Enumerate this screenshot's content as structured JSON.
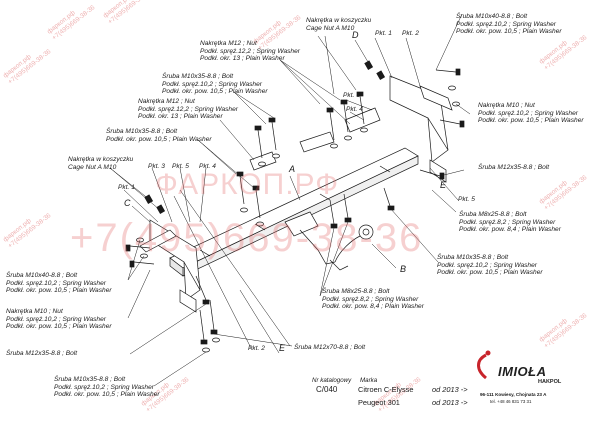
{
  "callouts": {
    "nut_cage_top": [
      "Nakrętka w koszyczku",
      "Cage Nut A M10"
    ],
    "nut_m12_top": [
      "Nakrętka  M12 ; Nut",
      "Podkł. spręż.12,2 ; Spring Washer",
      "Podkł. okr. 13 ; Plain Washer"
    ],
    "bolt_m10x35_mid": [
      "Śruba M10x35-8.8 ;  Bolt",
      "Podkł. spręż.10,2 ; Spring Washer",
      "Podkł. okr. pow. 10,5 ; Plain Washer"
    ],
    "nut_m12_left": [
      "Nakrętka  M12 ; Nut",
      "Podkł. spręż.12,2 ; Spring Washer",
      "Podkł. okr. 13 ; Plain Washer"
    ],
    "bolt_m10x35_left": [
      "Śruba M10x35-8.8 ;  Bolt",
      "Podkł. okr. pow. 10,5 ; Plain Washer"
    ],
    "nut_cage_left": [
      "Nakrętka w koszyczku",
      "Cage Nut A M10"
    ],
    "bolt_m10x40_right": [
      "Śruba M10x40-8.8 ;  Bolt",
      "Podkł. spręż.10,2 ; Spring Washer",
      "Podkł. okr. pow. 10,5 ; Plain Washer"
    ],
    "nut_m10_right": [
      "Nakrętka  M10 ; Nut",
      "Podkł. spręż.10,2 ; Spring Washer",
      "Podkł. okr. pow. 10,5 ; Plain Washer"
    ],
    "bolt_m12x35_right": [
      "Śruba M12x35-8.8 ;  Bolt"
    ],
    "bolt_m8x25_right": [
      "Śruba M8x25-8.8 ;  Bolt",
      "Podkł. spręż.8,2 ; Spring Washer",
      "Podkł. okr. pow. 8,4 ; Plain Washer"
    ],
    "bolt_m10x35_right": [
      "Śruba M10x35-8.8 ;  Bolt",
      "Podkł. spręż.10,2 ; Spring Washer",
      "Podkł. okr. pow. 10,5 ; Plain Washer"
    ],
    "bolt_m10x40_left": [
      "Śruba M10x40-8.8 ;  Bolt",
      "Podkł. spręż.10,2 ; Spring Washer",
      "Podkł. okr. pow. 10,5 ; Plain Washer"
    ],
    "nut_m10_left": [
      "Nakrętka  M10 ; Nut",
      "Podkł. spręż.10,2 ; Spring Washer",
      "Podkł. okr. pow. 10,5 ; Plain Washer"
    ],
    "bolt_m12x35_left": [
      "Śruba M12x35-8.8 ;  Bolt"
    ],
    "bolt_m8x25_bottom": [
      "Śruba M8x25-8.8 ;  Bolt",
      "Podkł. spręż.8,2 ; Spring Washer",
      "Podkł. okr. pow. 8,4 ; Plain Washer"
    ],
    "bolt_m12x70": [
      "Śruba M12x70-8.8 ;  Bolt"
    ],
    "bolt_m10x35_bottom": [
      "Śruba M10x35-8.8 ;  Bolt",
      "Podkł. spręż.10,2 ; Spring Washer",
      "Podkł. okr. pow. 10,5 ; Plain Washer"
    ]
  },
  "part_labels": {
    "pkt1_top": "Pkt. 1",
    "pkt2_top": "Pkt. 2",
    "pkt3_right": "Pkt. 3",
    "pkt4_right": "Pkt. 4",
    "pkt5_right": "Pkt. 5",
    "pkt3_left": "Pkt. 3",
    "pkt5_left": "Pkt. 5",
    "pkt4_left": "Pkt. 4",
    "pkt1_left": "Pkt. 1",
    "pkt2_bottom": "Pkt. 2"
  },
  "letters": {
    "a": "A",
    "b": "B",
    "c": "C",
    "d": "D",
    "e_right": "E",
    "e_bottom": "E"
  },
  "catalog": {
    "number_label": "Nr katalogowy",
    "number": "C/040",
    "make_label": "Marka",
    "vehicles": [
      {
        "name": "Citroen C-Elysse",
        "from": "od  2013 ->"
      },
      {
        "name": "Peugeot 301",
        "from": "od  2013 ->"
      }
    ]
  },
  "brand": {
    "name": "IMIOŁA",
    "sub": "HAKPOL",
    "address": "96-111 Kowiesy, Chojnata 23 A",
    "phone": "tel. +48 46 831 73 31"
  },
  "watermark": {
    "main_text": "ФАРКОП.РФ",
    "phone_text": "+7(495)669-38-36",
    "small_line_1": "фаркоп.рф",
    "small_line_2": "+7(495)669-38-36"
  },
  "colors": {
    "line": "#1a1a1a",
    "watermark": "#e05a5a",
    "brand_red": "#c8242b"
  }
}
